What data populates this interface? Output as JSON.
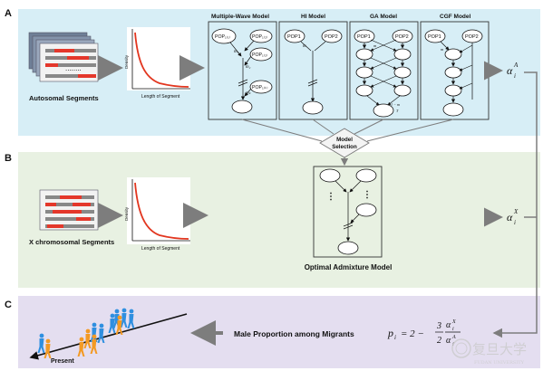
{
  "panels": {
    "a": {
      "letter": "A"
    },
    "b": {
      "letter": "B"
    },
    "c": {
      "letter": "C"
    }
  },
  "autosomal": {
    "dots": "........",
    "label": "Autosomal Segments",
    "curve_ylabel": "Density",
    "curve_xlabel": "Length of Segment"
  },
  "xchrom": {
    "label": "X chromosomal Segments",
    "curve_ylabel": "Density",
    "curve_xlabel": "Length of Segment"
  },
  "models": {
    "multiwave": {
      "title": "Multiple-Wave Model",
      "pop1": "POP₁₍₁₎",
      "pop2": "POP₁₍₂₎",
      "pop3": "POP₁₍ₖ₎",
      "m1": "m₁",
      "m2": "m₂",
      "mk": "mₖ"
    },
    "hi": {
      "title": "HI Model",
      "pop1": "POP1",
      "pop2": "POP2",
      "m": "m"
    },
    "ga": {
      "title": "GA Model",
      "pop1": "POP1",
      "pop2": "POP2",
      "m": "m",
      "frac": "1 − m",
      "denom": "T"
    },
    "cgf": {
      "title": "CGF Model",
      "pop1": "POP1",
      "pop2": "POP2",
      "m": "m"
    }
  },
  "selection": {
    "line1": "Model",
    "line2": "Selection"
  },
  "optimal": {
    "label": "Optimal Admixture Model",
    "dots": "⋮"
  },
  "alpha": {
    "a_sym": "α",
    "a_sub": "i",
    "a_sup": "A",
    "x_sup": "X"
  },
  "male": {
    "label": "Male Proportion among Migrants",
    "p": "p",
    "i": "i",
    "eq": "= 2 −",
    "three": "3",
    "two": "2"
  },
  "present": {
    "label": "Present"
  },
  "watermark": {
    "cn": "复旦大学",
    "en": "FUDAN UNIVERSITY"
  },
  "colors": {
    "band_a": "#d7eef6",
    "band_b": "#e8f1e2",
    "band_c": "#e4def0",
    "segment_red": "#e4372b",
    "curve_red": "#e2361f",
    "arrow_gray": "#7d7d7d",
    "person_blue": "#2f8fe0",
    "person_orange": "#f39a24"
  }
}
